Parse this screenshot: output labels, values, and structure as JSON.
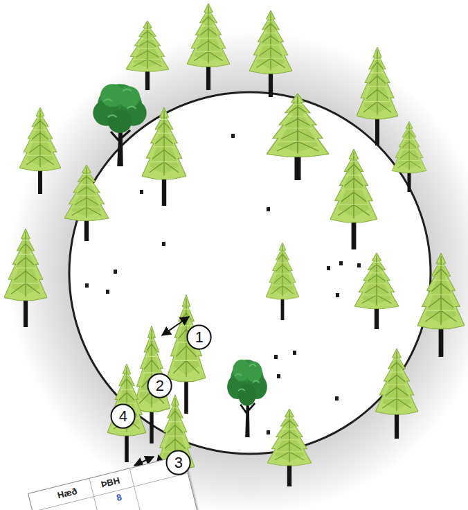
{
  "diagram": {
    "nodes": [
      {
        "text": [
          "1"
        ]
      },
      {
        "text": [
          "2"
        ]
      },
      {
        "text": [
          "4"
        ]
      },
      {
        "text": [
          "3"
        ]
      }
    ],
    "labels": [
      "Hæð",
      "ÞBH",
      "8"
    ]
  }
}
